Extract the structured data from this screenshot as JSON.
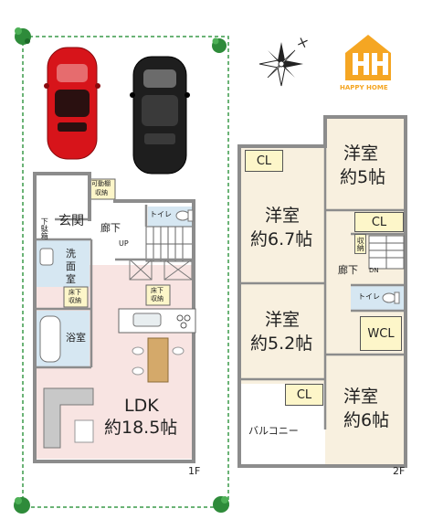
{
  "brand": {
    "name": "HAPPY HOME",
    "mark": "HH"
  },
  "floor1": {
    "floor_label": "1F",
    "rooms": {
      "entrance": "玄関",
      "shoe_storage": "下駄箱",
      "storage_movable_line1": "可動棚",
      "storage_movable_line2": "収納",
      "toilet": "トイレ",
      "hallway": "廊下",
      "stairs_up": "UP",
      "washroom_line1": "洗",
      "washroom_line2": "面",
      "washroom_line3": "室",
      "underfloor_a_line1": "床下",
      "underfloor_a_line2": "収納",
      "underfloor_b_line1": "床下",
      "underfloor_b_line2": "収納",
      "bathroom": "浴室",
      "ldk_name": "LDK",
      "ldk_size": "約18.5帖"
    }
  },
  "floor2": {
    "floor_label": "2F",
    "rooms": {
      "room_a_name": "洋室",
      "room_a_size": "約6.7帖",
      "room_b_name": "洋室",
      "room_b_size": "約5帖",
      "room_c_name": "洋室",
      "room_c_size": "約5.2帖",
      "room_d_name": "洋室",
      "room_d_size": "約6帖",
      "closet_1": "CL",
      "closet_2": "CL",
      "closet_3": "CL",
      "walk_in_closet": "WCL",
      "storage": "収納",
      "toilet": "トイレ",
      "hallway": "廊下",
      "stairs_down": "DN",
      "balcony": "バルコニー"
    }
  },
  "colors": {
    "ldk_floor": "#f8e4e2",
    "bath_floor": "#d6e7f2",
    "closet_fill": "#fdf6c9",
    "room_floor": "#f8f0df",
    "wall": "#8c8c8c",
    "brand_orange": "#f5a623",
    "car_red": "#d7141a",
    "car_black": "#1e1e1e",
    "hedge_green": "#2e8b3a"
  }
}
